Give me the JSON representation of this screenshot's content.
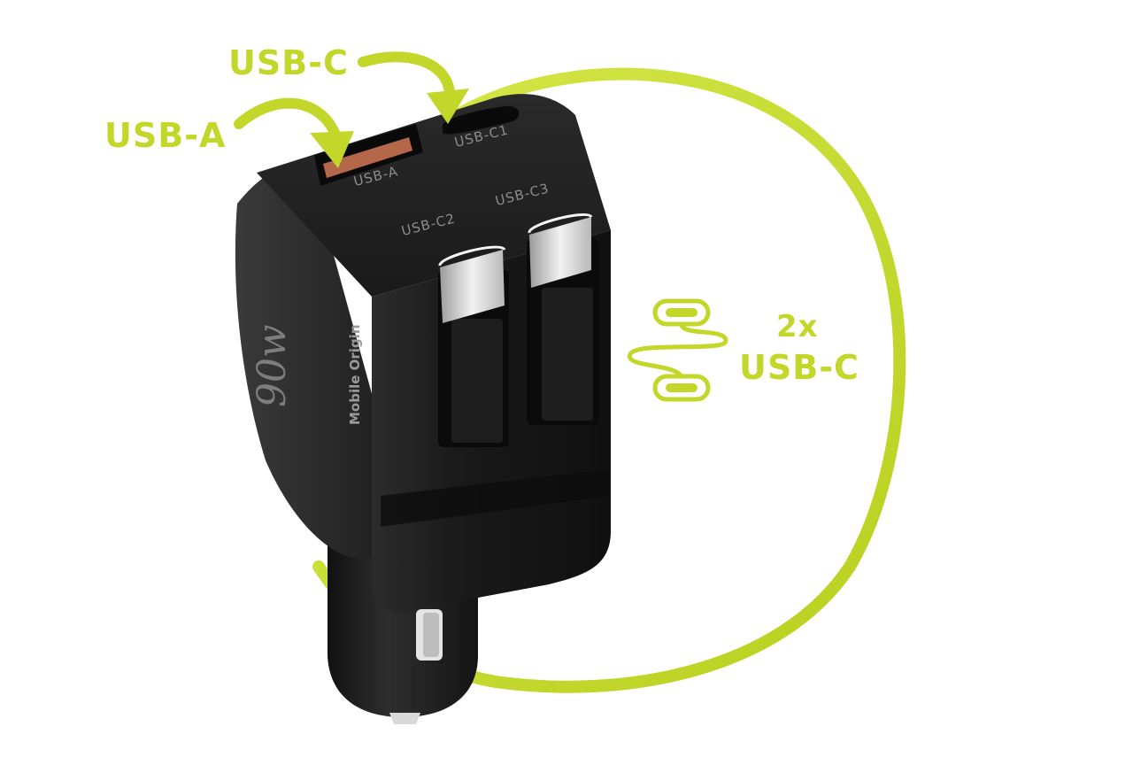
{
  "image": {
    "subject": "Car charger with retractable USB-C cables",
    "background_color": "#ffffff",
    "accent_color": "#c3d62a",
    "device_color": "#1e1e1e"
  },
  "callouts": {
    "top_port_label": "USB-C",
    "left_port_label": "USB-A",
    "cables_count": "2x",
    "cables_type": "USB-C"
  },
  "device": {
    "ports": [
      {
        "label": "USB-A"
      },
      {
        "label": "USB-C1"
      },
      {
        "label": "USB-C2"
      },
      {
        "label": "USB-C3"
      }
    ],
    "brand_text": "Mobile Origin",
    "wattage_text": "90w"
  },
  "icons": {
    "cable_icon": "usb-c-cable-icon",
    "arrow_icons": [
      "curved-arrow-icon",
      "curved-arrow-icon"
    ]
  }
}
